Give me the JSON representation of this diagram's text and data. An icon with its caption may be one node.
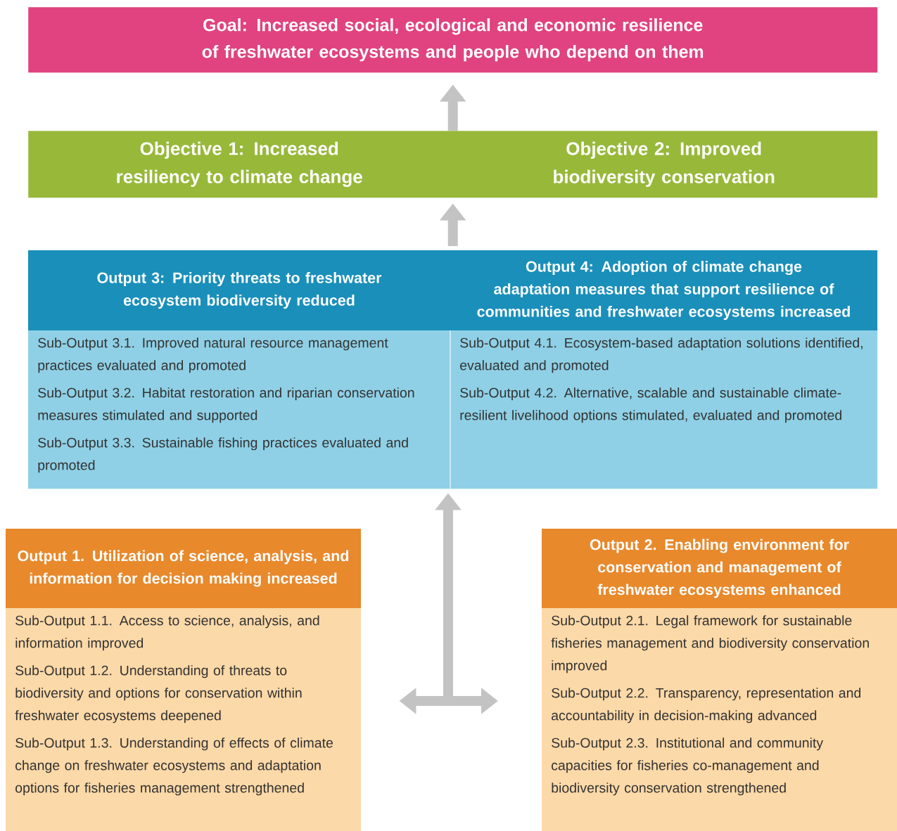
{
  "diagram": {
    "nodes": [
      {
        "text": [
          "Goal: Increased social, ecological and economic resilience of freshwater ecosystems and people who depend on them"
        ]
      },
      {
        "text": [],
        "shape": "box"
      },
      {
        "text": [
          "Objective 1: Increased resiliency to climate change"
        ],
        "in": 1
      },
      {
        "text": [
          "Objective 2: Improved biodiversity conservation"
        ],
        "in": 1
      },
      {
        "text": [],
        "shape": "box"
      },
      {
        "text": [
          "Output 3: Priority threats to freshwater ecosystem biodiversity reduced",
          "Sub-Output 3.1. Improved natural resource management practices evaluated and promoted",
          "Sub-Output 3.2. Habitat restoration and riparian conservation measures stimulated and supported",
          "Sub-Output 3.3. Sustainable fishing practices evaluated and promoted"
        ],
        "in": 4
      },
      {
        "text": [
          "Output 4: Adoption of climate change adaptation measures that support resilience of communities and freshwater ecosystems increased",
          "Sub-Output 4.1. Ecosystem-based adaptation solutions identified, evaluated and promoted",
          "Sub-Output 4.2. Alternative, scalable and sustainable climate-resilient livelihood options stimulated, evaluated and promoted"
        ],
        "in": 4
      },
      {
        "text": [
          "Output 1. Utilization of science, analysis, and information for decision making increased",
          "Sub-Output 1.1. Access to science, analysis, and information improved",
          "Sub-Output 1.2. Understanding of threats to biodiversity and options for conservation within freshwater ecosystems deepened",
          "Sub-Output 1.3. Understanding of effects of climate change on freshwater ecosystems and adaptation options for fisheries management strengthened"
        ]
      },
      {
        "text": [
          "Output 2. Enabling environment for conservation and management of freshwater ecosystems enhanced",
          "Sub-Output 2.1. Legal framework for sustainable fisheries management and biodiversity conservation improved",
          "Sub-Output 2.2. Transparency, representation and accountability in decision-making advanced",
          "Sub-Output 2.3. Institutional and community capacities for fisheries co-management and biodiversity conservation strengthened"
        ]
      }
    ],
    "edges": [
      {
        "from": 1,
        "to": 0,
        "arrow": "to"
      },
      {
        "from": 4,
        "to": 1,
        "arrow": "to"
      },
      {
        "from": 7,
        "to": 8,
        "arrow": "both"
      },
      {
        "from": null,
        "to": 4,
        "arrow": "to"
      }
    ]
  }
}
